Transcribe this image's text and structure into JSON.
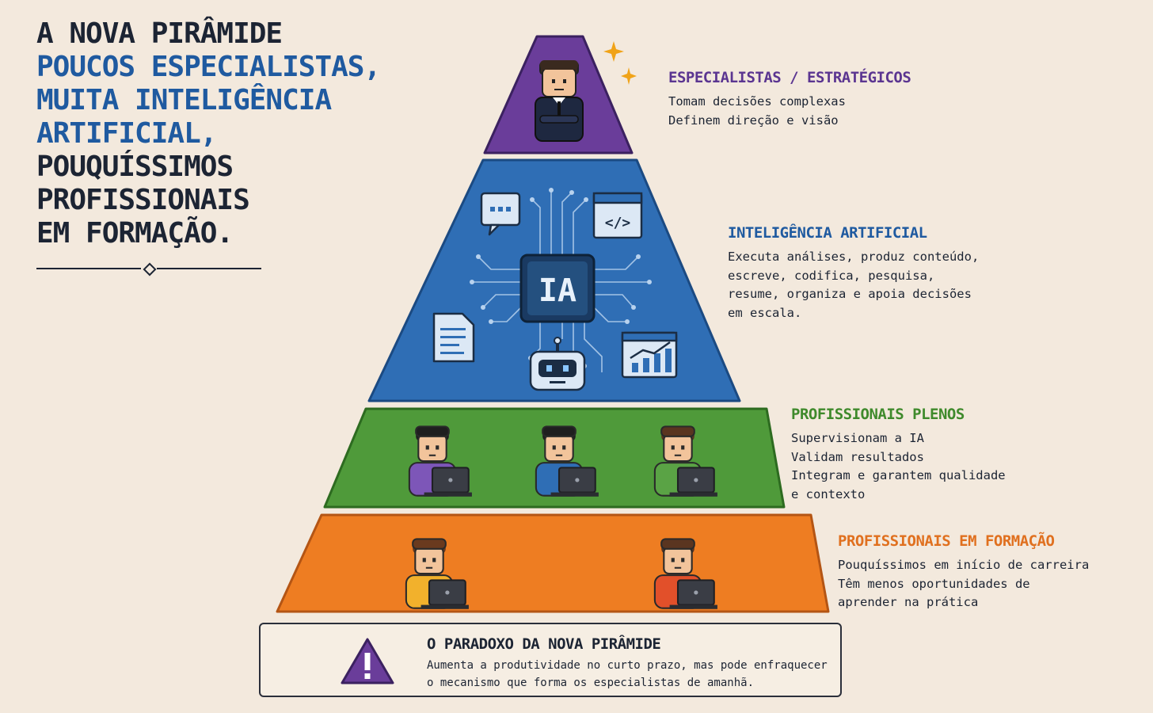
{
  "title": {
    "line1": "A NOVA PIRÂMIDE",
    "line2": "POUCOS ESPECIALISTAS,",
    "line3": "MUITA INTELIGÊNCIA",
    "line4": "ARTIFICIAL,",
    "line5": "POUQUÍSSIMOS",
    "line6": "PROFISSIONAIS",
    "line7": "EM FORMAÇÃO."
  },
  "tiers": {
    "specialists": {
      "title": "ESPECIALISTAS / ESTRATÉGICOS",
      "lines": [
        "Tomam decisões complexas",
        "Definem direção e visão"
      ],
      "color": "#6a3d9a"
    },
    "ai": {
      "title": "INTELIGÊNCIA ARTIFICIAL",
      "chip_label": "IA",
      "lines": [
        "Executa análises, produz conteúdo,",
        "escreve, codifica, pesquisa,",
        "resume, organiza e apoia decisões",
        "em escala."
      ],
      "color": "#1f5aa0"
    },
    "mid": {
      "title": "PROFISSIONAIS PLENOS",
      "lines": [
        "Supervisionam a IA",
        "Validam resultados",
        "Integram e garantem qualidade",
        "e contexto"
      ],
      "color": "#3f8a2c"
    },
    "training": {
      "title": "PROFISSIONAIS EM FORMAÇÃO",
      "lines": [
        "Pouquíssimos em início de carreira",
        "Têm menos oportunidades de",
        "aprender na prática"
      ],
      "color": "#e0701f"
    }
  },
  "paradox": {
    "title": "O PARADOXO DA NOVA PIRÂMIDE",
    "line1": "Aumenta a produtividade no curto prazo, mas pode enfraquecer",
    "line2": "o mecanismo que forma os especialistas de amanhã.",
    "icon": "warning-icon"
  },
  "icons": [
    "sparkle-icon",
    "businessman-icon",
    "chat-bubble-icon",
    "code-window-icon",
    "ai-chip-icon",
    "document-icon",
    "robot-icon",
    "chart-window-icon",
    "worker-icon",
    "laptop-icon"
  ]
}
